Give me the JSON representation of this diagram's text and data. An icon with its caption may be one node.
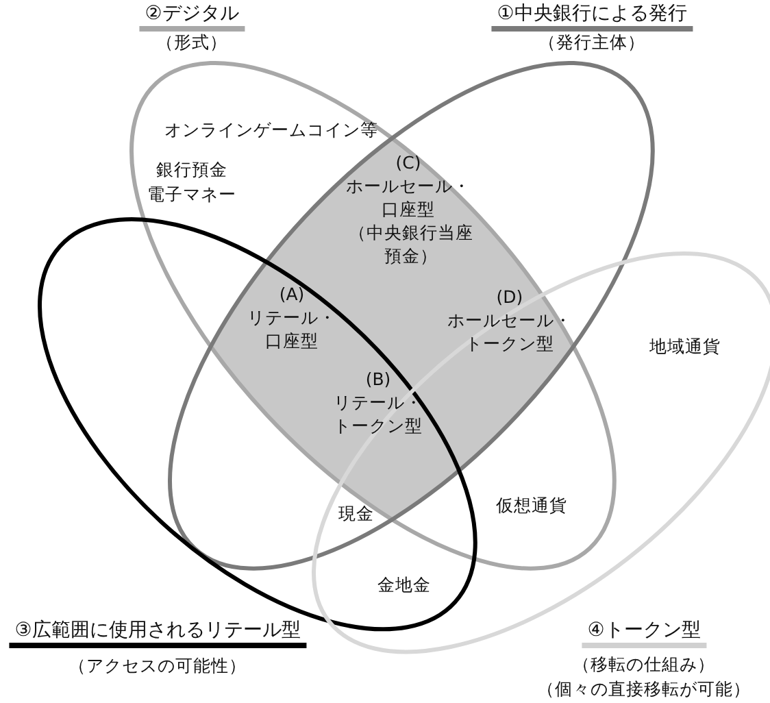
{
  "diagram": {
    "nodes": [
      {
        "text": [],
        "shape": "ellipse"
      },
      {
        "text": [],
        "shape": "ellipse"
      },
      {
        "text": [],
        "shape": "ellipse"
      },
      {
        "text": [],
        "shape": "ellipse"
      }
    ],
    "edges": [],
    "labels": [
      "②デジタル",
      "（形式）",
      "①中央銀行による発行",
      "（発行主体）",
      "オンラインゲームコイン等",
      "(C)",
      "ホールセール・口座型",
      "（中央銀行当座預金）",
      "銀行預金",
      "電子マネー",
      "(A)",
      "リテール・口座型",
      "(D)",
      "ホールセール・トークン型",
      "地域通貨",
      "(B)",
      "リテール・トークン型",
      "現金",
      "仮想通貨",
      "金地金",
      "③広範囲に使用されるリテール型",
      "（アクセスの可能性）",
      "④トークン型",
      "（移転の仕組み）",
      "（個々の直接移転が可能）"
    ]
  }
}
